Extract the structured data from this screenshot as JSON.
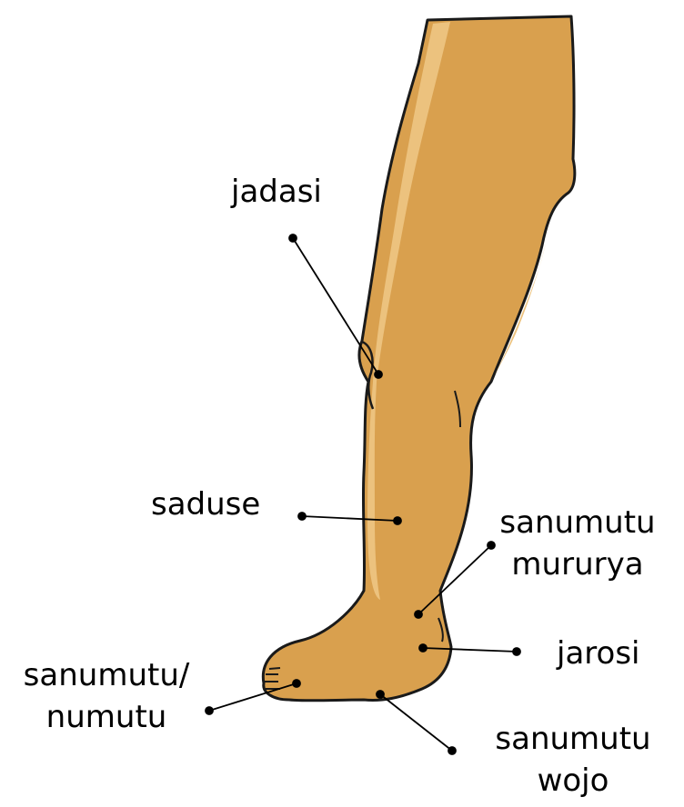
{
  "colors": {
    "skin": "#D9A04E",
    "highlight": "#ECC27E",
    "outline": "#1a1a1a",
    "leader": "#000000"
  },
  "labels": {
    "thigh": "jadasi",
    "shin": "saduse",
    "ankle_line1": "sanumutu",
    "ankle_line2": "mururya",
    "heel": "jarosi",
    "toes_line1": "sanumutu/",
    "toes_line2": "numutu",
    "sole_line1": "sanumutu",
    "sole_line2": "wojo"
  }
}
